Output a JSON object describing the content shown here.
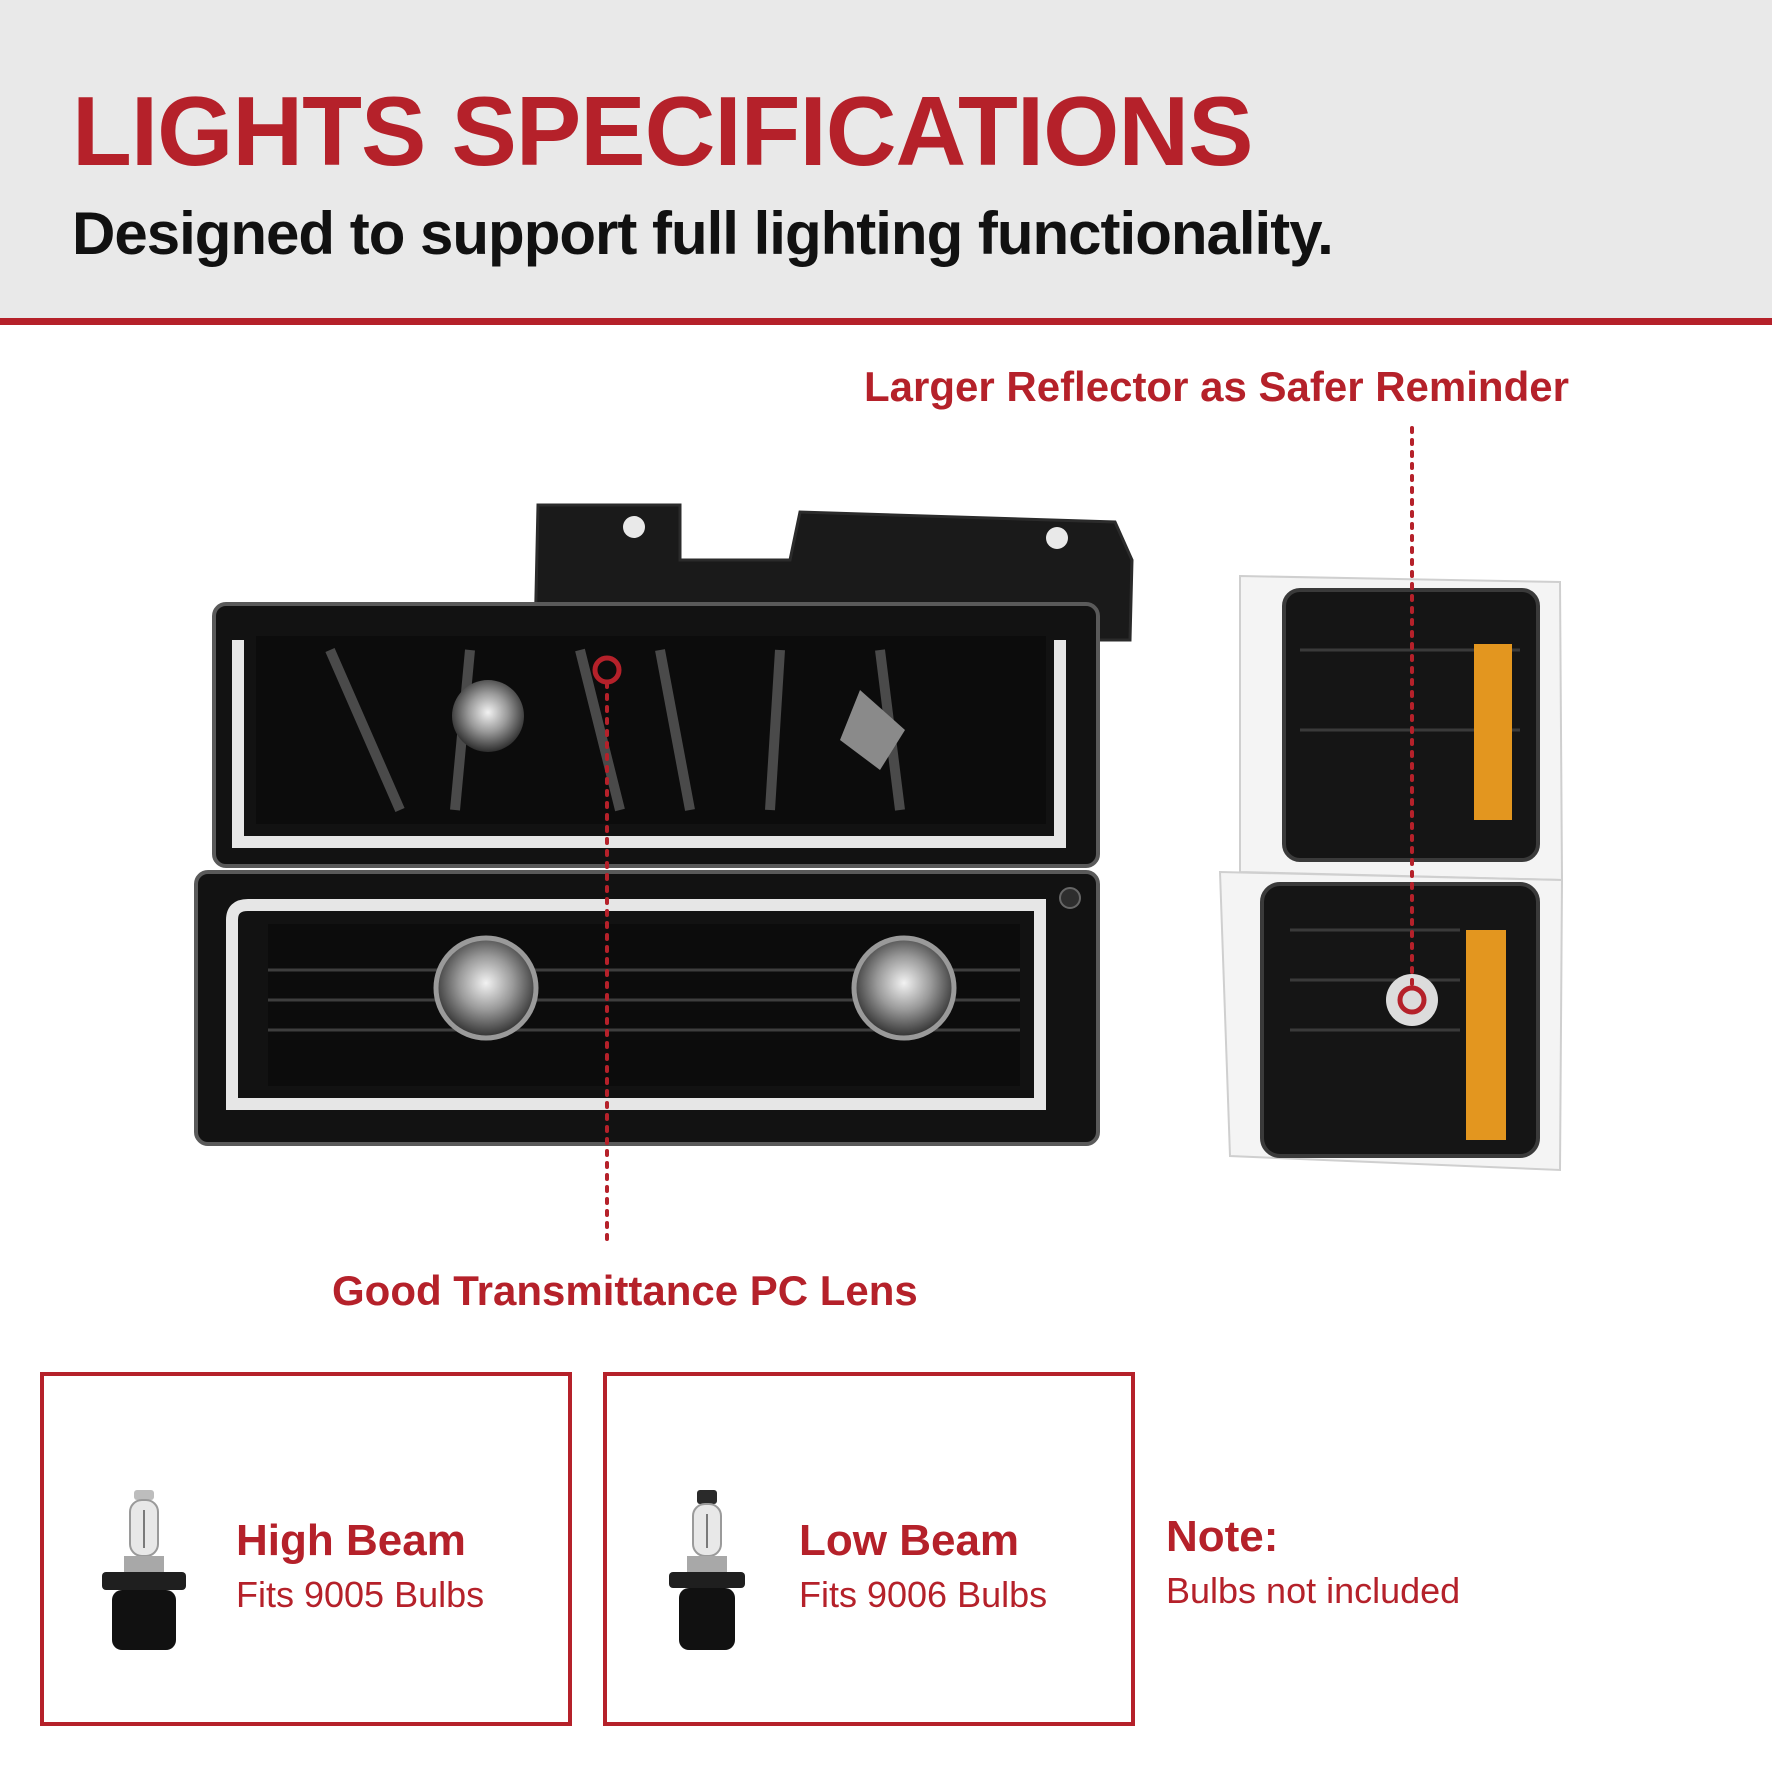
{
  "header": {
    "title": "LIGHTS SPECIFICATIONS",
    "subtitle": "Designed to support full lighting functionality."
  },
  "callouts": {
    "reflector": "Larger Reflector as Safer Reminder",
    "lens": "Good Transmittance PC Lens"
  },
  "specs": [
    {
      "label": "High Beam",
      "detail": "Fits 9005 Bulbs",
      "icon": "bulb-9005-icon"
    },
    {
      "label": "Low Beam",
      "detail": "Fits 9006 Bulbs",
      "icon": "bulb-9006-icon"
    }
  ],
  "note": {
    "label": "Note:",
    "text": "Bulbs not included"
  },
  "colors": {
    "accent": "#b5212a",
    "header_bg": "#e9e9e9",
    "housing": "#141414",
    "amber": "#e3961f"
  }
}
